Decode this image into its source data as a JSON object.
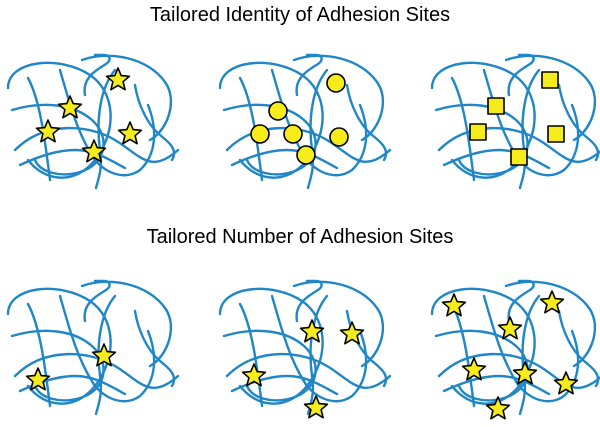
{
  "titles": {
    "top": "Tailored Identity of Adhesion Sites",
    "bottom": "Tailored Number of Adhesion Sites"
  },
  "colors": {
    "strand": "#1f86c8",
    "marker_fill": "#f7ec1b",
    "marker_stroke": "#000000",
    "text": "#000000"
  },
  "panels": [
    {
      "id": "identity-stars",
      "marker": "star-icon",
      "count": 5
    },
    {
      "id": "identity-circles",
      "marker": "circle-icon",
      "count": 6
    },
    {
      "id": "identity-squares",
      "marker": "square-icon",
      "count": 5
    },
    {
      "id": "number-2",
      "marker": "star-icon",
      "count": 2
    },
    {
      "id": "number-4",
      "marker": "star-icon",
      "count": 4
    },
    {
      "id": "number-7",
      "marker": "star-icon",
      "count": 7
    }
  ]
}
